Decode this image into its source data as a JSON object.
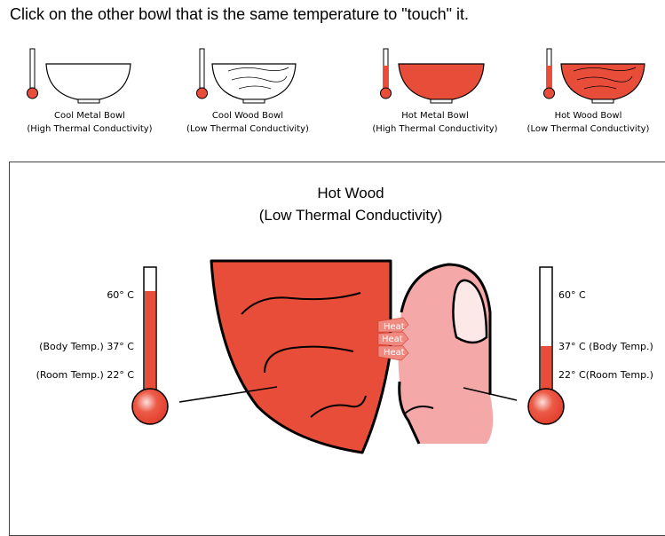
{
  "instruction": "Click on the other bowl that is the same temperature to \"touch\" it.",
  "bowls": [
    {
      "name": "Cool Metal Bowl",
      "conductivity": "(High Thermal Conductivity)"
    },
    {
      "name": "Cool Wood Bowl",
      "conductivity": "(Low Thermal Conductivity)"
    },
    {
      "name": "Hot Metal Bowl",
      "conductivity": "(High Thermal Conductivity)"
    },
    {
      "name": "Hot Wood Bowl",
      "conductivity": "(Low Thermal Conductivity)"
    }
  ],
  "panel": {
    "title": "Hot Wood",
    "subtitle": "(Low Thermal Conductivity)",
    "left_thermometer": {
      "label_60": "60° C",
      "label_37": "(Body Temp.) 37° C",
      "label_22": "(Room Temp.) 22° C"
    },
    "right_thermometer": {
      "label_60": "60° C",
      "label_37": "37° C (Body Temp.)",
      "label_22": "22° C(Room Temp.)"
    },
    "heat_labels": [
      "Heat",
      "Heat",
      "Heat"
    ]
  },
  "colors": {
    "hot": "#e84d3a",
    "skin": "#f4a9a8",
    "nail": "#fde8e8",
    "outline": "#000000"
  },
  "icons": {
    "thermometer": "thermometer-icon",
    "bowl": "bowl-icon",
    "finger": "finger-icon"
  }
}
